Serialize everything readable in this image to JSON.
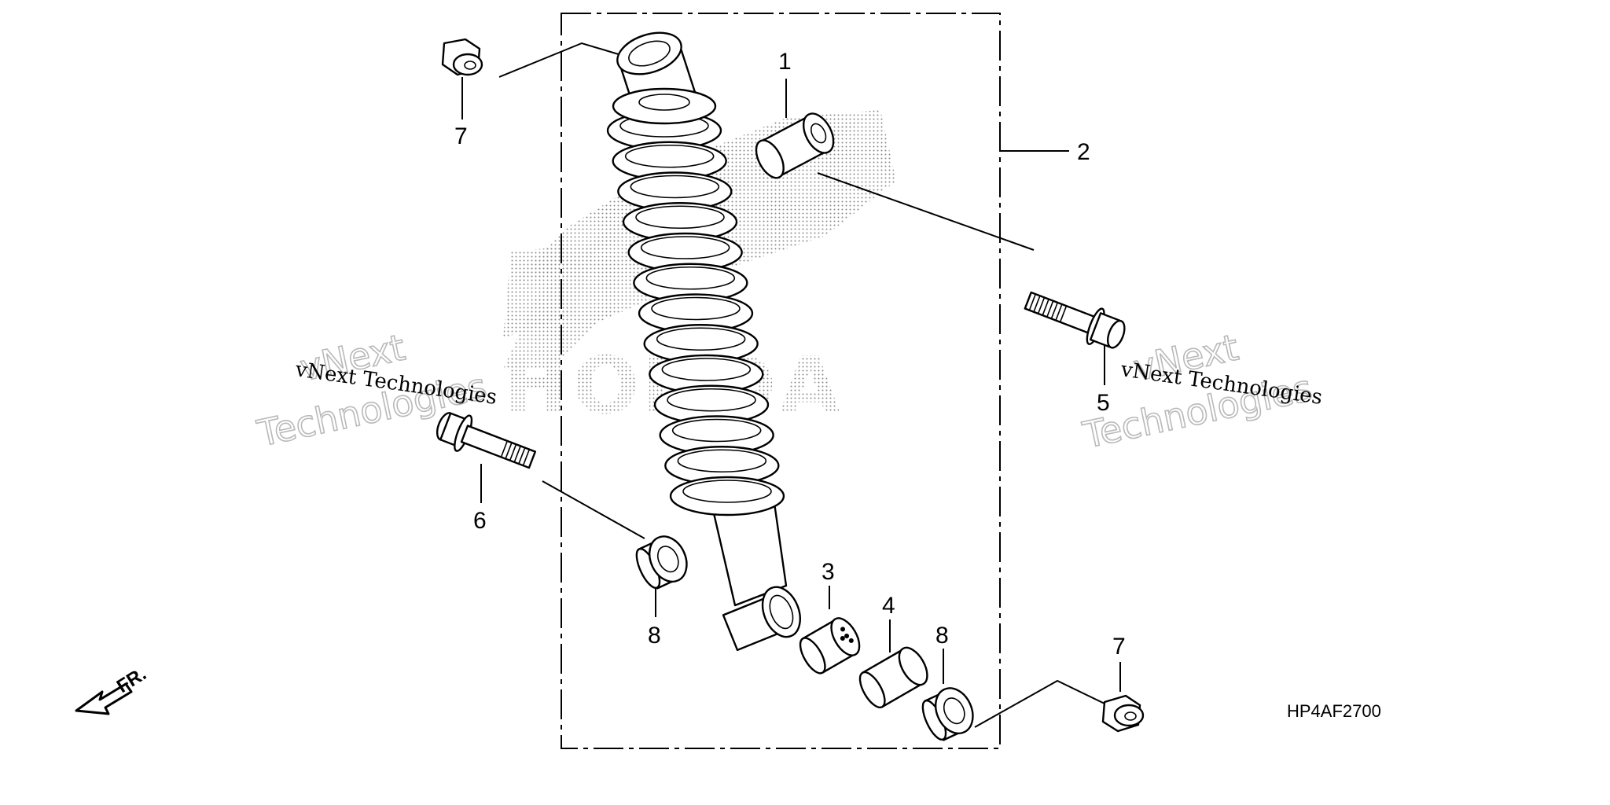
{
  "diagram_code": "HP4AF2700",
  "front_indicator": "FR.",
  "brand_watermark": "HONDA",
  "watermarks": {
    "outline_line1": "vNext",
    "outline_line2": "Technologies",
    "caption": "vNext Technologies"
  },
  "callouts": {
    "part_1": "1",
    "part_2": "2",
    "part_3": "3",
    "part_4": "4",
    "part_5": "5",
    "part_6": "6",
    "part_7_top": "7",
    "part_7_bottom": "7",
    "part_8_left": "8",
    "part_8_right": "8"
  }
}
